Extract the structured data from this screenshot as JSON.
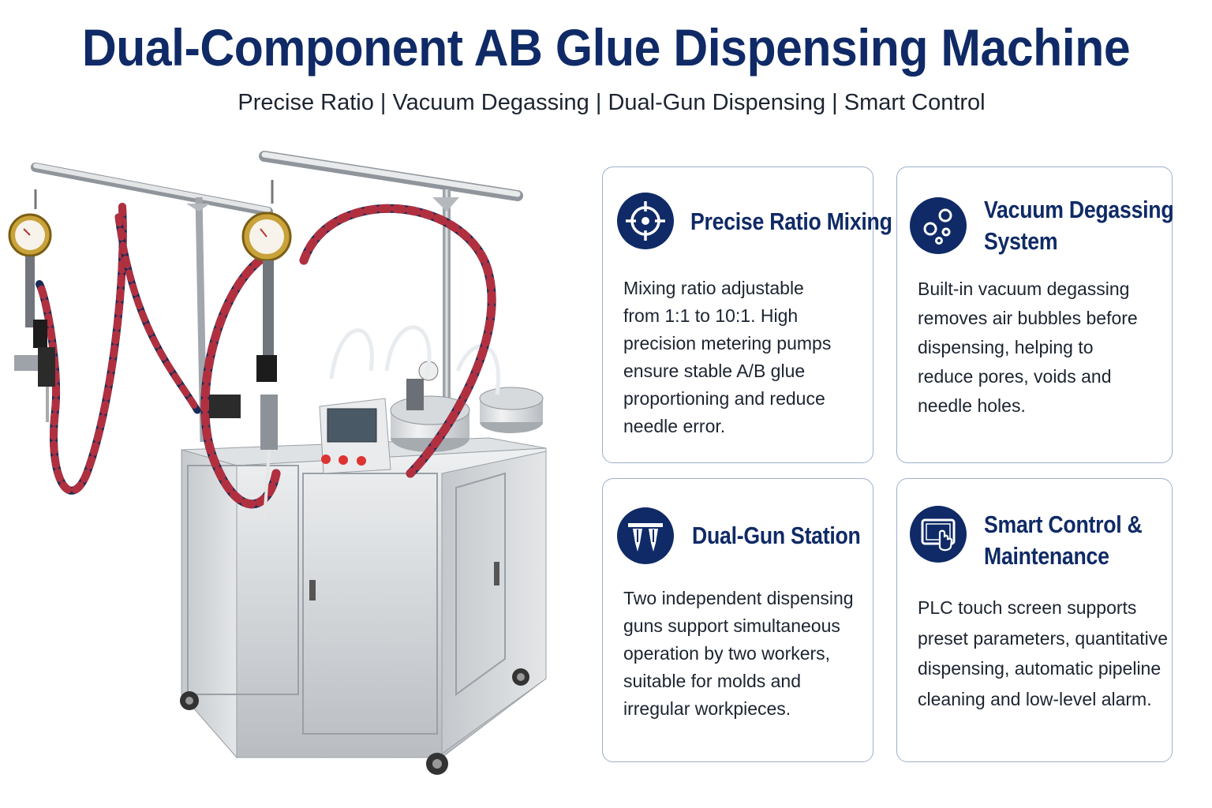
{
  "header": {
    "title": "Dual-Component AB Glue Dispensing Machine",
    "subtitle": "Precise Ratio | Vacuum Degassing | Dual-Gun Dispensing | Smart Control"
  },
  "colors": {
    "brand_navy": "#0f2a66",
    "card_border": "#9db0cc",
    "text": "#1c2430"
  },
  "features": [
    {
      "icon": "target-icon",
      "title_line1": "Precise Ratio Mixing",
      "title_line2": "",
      "lines": [
        "Mixing ratio adjustable",
        "from 1:1 to 10:1. High",
        "precision metering pumps",
        "ensure stable A/B glue",
        "proportioning and reduce",
        "needle error."
      ]
    },
    {
      "icon": "bubbles-icon",
      "title_line1": "Vacuum Degassing",
      "title_line2": "System",
      "lines": [
        "Built-in vacuum degassing",
        "removes air bubbles before",
        "dispensing, helping to",
        "reduce pores, voids and",
        "needle holes."
      ]
    },
    {
      "icon": "dual-nozzle-icon",
      "title_line1": "Dual-Gun Station",
      "title_line2": "",
      "lines": [
        "Two independent dispensing",
        "guns support simultaneous",
        "operation by two workers,",
        "suitable for molds and",
        "irregular workpieces."
      ]
    },
    {
      "icon": "touchscreen-icon",
      "title_line1": "Smart Control &",
      "title_line2": "Maintenance",
      "lines": [
        "PLC touch screen supports",
        "preset parameters, quantitative",
        "dispensing, automatic pipeline",
        "cleaning and low-level alarm."
      ]
    }
  ]
}
